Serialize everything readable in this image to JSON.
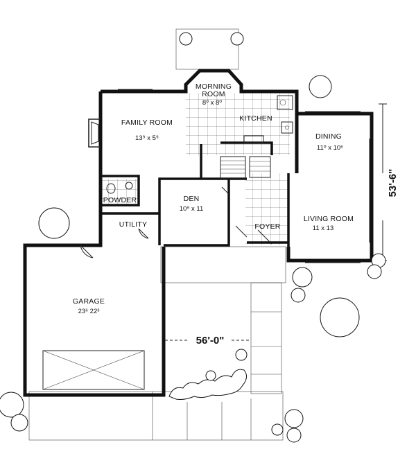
{
  "plan": {
    "rooms": [
      {
        "id": "morning",
        "name_line1": "MORNING",
        "name_line2": "ROOM",
        "size": "8⁰ x 8⁰"
      },
      {
        "id": "family",
        "name": "FAMILY ROOM",
        "size": "13⁹ x 5⁹"
      },
      {
        "id": "kitchen",
        "name": "KITCHEN"
      },
      {
        "id": "dining",
        "name": "DINING",
        "size": "11⁰ x 10⁶"
      },
      {
        "id": "powder",
        "name": "POWDER"
      },
      {
        "id": "utility",
        "name": "UTILITY"
      },
      {
        "id": "den",
        "name": "DEN",
        "size": "10⁹ x 11"
      },
      {
        "id": "foyer",
        "name": "FOYER"
      },
      {
        "id": "living",
        "name": "LIVING ROOM",
        "size": "11 x 13"
      },
      {
        "id": "garage",
        "name": "GARAGE",
        "size": "23⁶ 22³"
      }
    ],
    "overall_width": "56'-0\"",
    "overall_depth": "53'-6\""
  }
}
